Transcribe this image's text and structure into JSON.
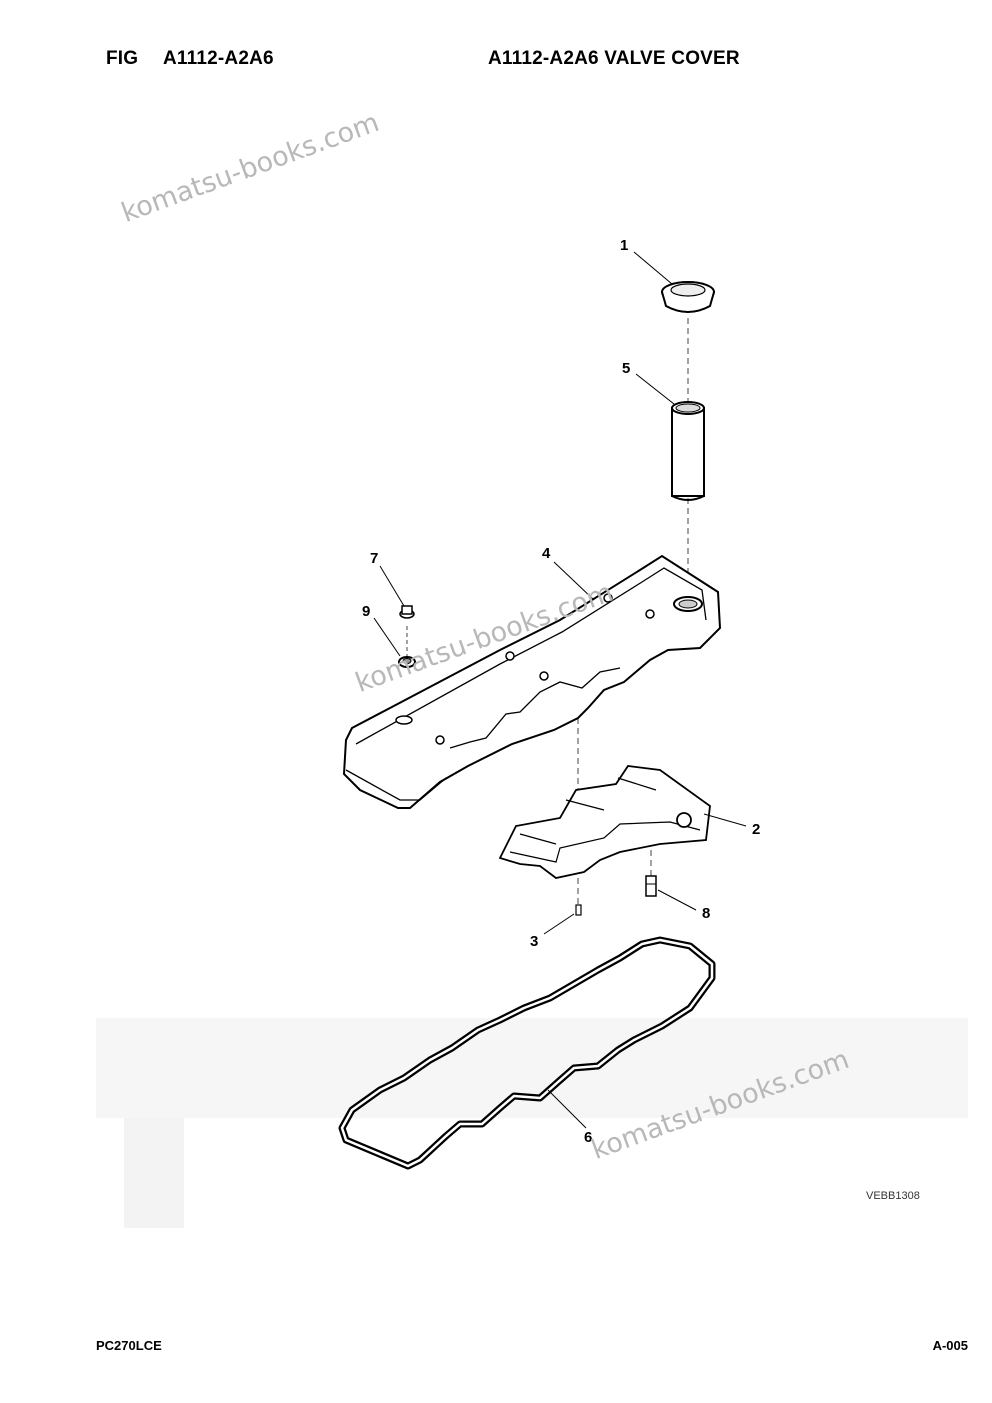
{
  "header": {
    "fig_label": "FIG",
    "fig_number": "A1112-A2A6",
    "title": "A1112-A2A6 VALVE COVER"
  },
  "watermarks": [
    "komatsu-books.com",
    "komatsu-books.com",
    "komatsu-books.com"
  ],
  "callouts": {
    "c1": "1",
    "c2": "2",
    "c3": "3",
    "c4": "4",
    "c5": "5",
    "c6": "6",
    "c7": "7",
    "c8": "8",
    "c9": "9"
  },
  "drawing_ref": "VEBB1308",
  "footer": {
    "model": "PC270LCE",
    "page": "A-005"
  }
}
